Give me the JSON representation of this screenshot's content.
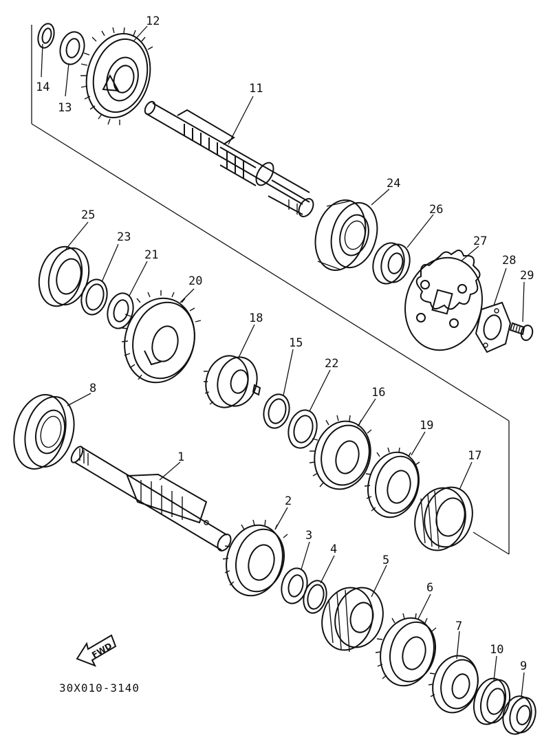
{
  "diagram": {
    "parts": [
      {
        "id": "1"
      },
      {
        "id": "2"
      },
      {
        "id": "3"
      },
      {
        "id": "4"
      },
      {
        "id": "5"
      },
      {
        "id": "6"
      },
      {
        "id": "7"
      },
      {
        "id": "8"
      },
      {
        "id": "9"
      },
      {
        "id": "10"
      },
      {
        "id": "11"
      },
      {
        "id": "12"
      },
      {
        "id": "13"
      },
      {
        "id": "14"
      },
      {
        "id": "15"
      },
      {
        "id": "16"
      },
      {
        "id": "17"
      },
      {
        "id": "18"
      },
      {
        "id": "19"
      },
      {
        "id": "20"
      },
      {
        "id": "21"
      },
      {
        "id": "22"
      },
      {
        "id": "23"
      },
      {
        "id": "24"
      },
      {
        "id": "25"
      },
      {
        "id": "26"
      },
      {
        "id": "27"
      },
      {
        "id": "28"
      },
      {
        "id": "29"
      }
    ],
    "fwd_label": "FWD",
    "drawing_code": "30X010-3140"
  }
}
